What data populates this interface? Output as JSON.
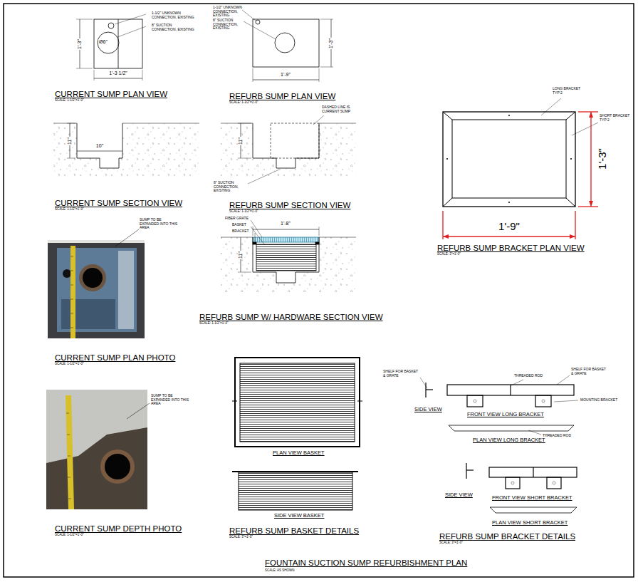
{
  "diagram": {
    "title": "FOUNTAIN SUCTION SUMP REFURBISHMENT PLAN",
    "labels": [
      "1-1/2\" UNKNOWN CONNECTION, EXISTING",
      "8\" SUCTION CONNECTION, EXISTING",
      "Ø6\"",
      "1'-3\"",
      "1'-3 1/2\"",
      "CURRENT SUMP PLAN VIEW",
      "SCALE: 1-1/2\"=1'-0\"",
      "1-1/2\" UNKNOWN CONNECTION, EXISTING",
      "8\" SUCTION CONNECTION, EXISTING",
      "1'-3\"",
      "1'-9\"",
      "REFURB SUMP PLAN VIEW",
      "SCALE: 1-1/2\"=1'-0\"",
      "11\"",
      "10\"",
      "CURRENT SUMP SECTION VIEW",
      "SCALE: 1-1/2\"=1'-0\"",
      "DASHED LINE IS CURRENT SUMP",
      "11\"",
      "8\" SUCTION CONNECTION, EXISTING",
      "REFURB SUMP SECTION VIEW",
      "SCALE: 1-1/2\"=1'-0\"",
      "LONG BRACKET TYP 2",
      "SHORT BRACKET TYP 2",
      "1'-3\"",
      "1'-9\"",
      "REFURB SUMP BRACKET PLAN VIEW",
      "SCALE: 3\"=1'-0\"",
      "SUMP TO BE EXPANDED INTO THIS AREA",
      "CURRENT SUMP PLAN PHOTO",
      "SCALE: 1-1/2\"=1'-0\"",
      "SUMP TO BE EXPANDED INTO THIS AREA",
      "CURRENT SUMP DEPTH PHOTO",
      "SCALE: 1-1/2\"=1'-0\"",
      "FIBER GRATE",
      "BASKET",
      "BRACKET",
      "1'-8\"",
      "11\"",
      "REFURB SUMP W/ HARDWARE SECTION VIEW",
      "SCALE: 1-1/2\"=1'-0\"",
      "PLAN VIEW BASKET",
      "SIDE VIEW BASKET",
      "REFURB SUMP BASKET DETAILS",
      "SCALE: 3\"=1'-0\"",
      "SHELF FOR BASKET & GRATE",
      "SIDE VIEW",
      "THREADED ROD",
      "SHELF FOR BASKET & GRATE",
      "MOUNTING BRACKET",
      "FRONT VIEW LONG BRACKET",
      "THREADED ROD",
      "PLAN VIEW LONG BRACKET",
      "SIDE VIEW",
      "FRONT VIEW SHORT BRACKET",
      "PLAN VIEW SHORT BRACKET",
      "REFURB SUMP BRACKET DETAILS",
      "SCALE: 3\"=1'-0\"",
      "SCALE: AS SHOWN"
    ]
  }
}
